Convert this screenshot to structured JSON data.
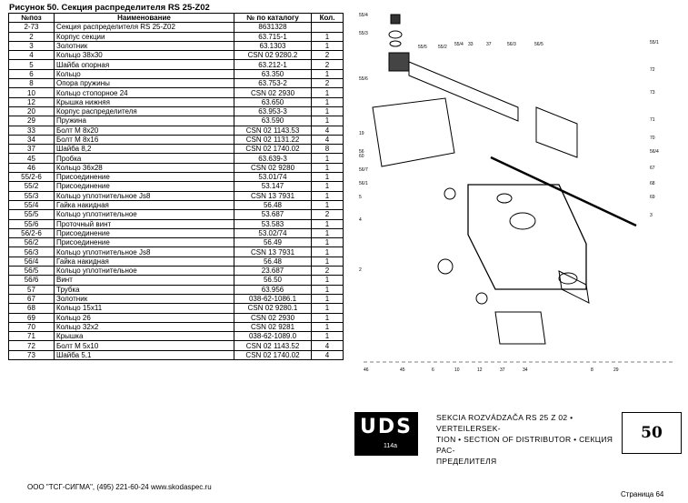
{
  "figure_title": "Рисунок 50.   Секция распределителя RS 25-Z02",
  "table": {
    "headers": [
      "№поз",
      "Наименование",
      "№ по каталогу",
      "Кол."
    ],
    "rows": [
      [
        "2-73",
        "Секция распределителя  RS  25-Z02",
        "8631328",
        ""
      ],
      [
        "2",
        "Корпус секции",
        "63.715-1",
        "1"
      ],
      [
        "3",
        "Золотник",
        "63.1303",
        "1"
      ],
      [
        "4",
        "Кольцо  38x30",
        "CSN 02 9280.2",
        "2"
      ],
      [
        "5",
        "Шайба опорная",
        "63.212-1",
        "2"
      ],
      [
        "6",
        "Кольцо",
        "63.350",
        "1"
      ],
      [
        "8",
        "Опора пружины",
        "63.753-2",
        "2"
      ],
      [
        "10",
        "Кольцо стопорное 24",
        "CSN 02 2930",
        "1"
      ],
      [
        "12",
        "Крышка нижняя",
        "63.650",
        "1"
      ],
      [
        "20",
        "Корпус распределителя",
        "63.953-3",
        "1"
      ],
      [
        "29",
        "Пружина",
        "63.590",
        "1"
      ],
      [
        "33",
        "Болт М 8x20",
        "CSN 02 1143.53",
        "4"
      ],
      [
        "34",
        "Болт М 8x16",
        "CSN 02 1131.22",
        "4"
      ],
      [
        "37",
        "Шайба 8,2",
        "CSN 02 1740.02",
        "8"
      ],
      [
        "45",
        "Пробка",
        "63.639-3",
        "1"
      ],
      [
        "46",
        "Кольцо 36x28",
        "CSN 02 9280",
        "1"
      ],
      [
        "55/2-6",
        "Присоединение",
        "53.01/74",
        "1"
      ],
      [
        "55/2",
        "Присоединение",
        "53.147",
        "1"
      ],
      [
        "55/3",
        "Кольцо уплотнительное  Js8",
        "CSN 13 7931",
        "1"
      ],
      [
        "55/4",
        "Гайка накидная",
        "56.48",
        "1"
      ],
      [
        "55/5",
        "Кольцо уплотнительное",
        "53.687",
        "2"
      ],
      [
        "55/6",
        "Проточный винт",
        "53.583",
        "1"
      ],
      [
        "56/2-6",
        "Присоединение",
        "53.02/74",
        "1"
      ],
      [
        "56/2",
        "Присоединение",
        "56.49",
        "1"
      ],
      [
        "56/3",
        "Кольцо уплотнительное  Js8",
        "CSN 13 7931",
        "1"
      ],
      [
        "56/4",
        "Гайка накидная",
        "56.48",
        "1"
      ],
      [
        "56/5",
        "Кольцо уплотнительное",
        "23.687",
        "2"
      ],
      [
        "56/6",
        "Винт",
        "56.50",
        "1"
      ],
      [
        "57",
        "Трубка",
        "63.956",
        "1"
      ],
      [
        "67",
        "Золотник",
        "038-62-1086.1",
        "1"
      ],
      [
        "68",
        "Кольцо 15x11",
        "CSN 02 9280.1",
        "1"
      ],
      [
        "69",
        "Кольцо 26",
        "CSN 02 2930",
        "1"
      ],
      [
        "70",
        "Кольцо 32x2",
        "CSN 02 9281",
        "1"
      ],
      [
        "71",
        "Крышка",
        "038-62-1089.0",
        "1"
      ],
      [
        "72",
        "Болт М 5x10",
        "CSN 02 1143.52",
        "4"
      ],
      [
        "73",
        "Шайба 5,1",
        "CSN 02 1740.02",
        "4"
      ]
    ]
  },
  "drawing": {
    "labels": [
      "55/4",
      "55/3",
      "55/5",
      "55/2",
      "55/6",
      "55/4",
      "33",
      "37",
      "56/3",
      "56/5",
      "55/1",
      "72",
      "73",
      "71",
      "70",
      "56/4",
      "67",
      "68",
      "69",
      "3",
      "5",
      "4",
      "2",
      "56/7",
      "56/1",
      "56",
      "19",
      "60",
      "46",
      "45",
      "6",
      "10",
      "12",
      "37",
      "34",
      "8",
      "29"
    ]
  },
  "caption": {
    "logo_big": "UDS",
    "logo_small": "114a",
    "line1": "SEKCIA ROZVÁDZAČA RS 25 Z 02 • VERTEILERSEK-",
    "line2": "TION • SECTION OF DISTRIBUTOR • СЕКЦИЯ РАС-",
    "line3": "ПРЕДЕЛИТЕЛЯ",
    "page_box": "50"
  },
  "footer": {
    "left": "ООО \"ТСГ-СИГМА\", (495) 221-60-24 www.skodaspec.ru",
    "right": "Страница 64"
  }
}
